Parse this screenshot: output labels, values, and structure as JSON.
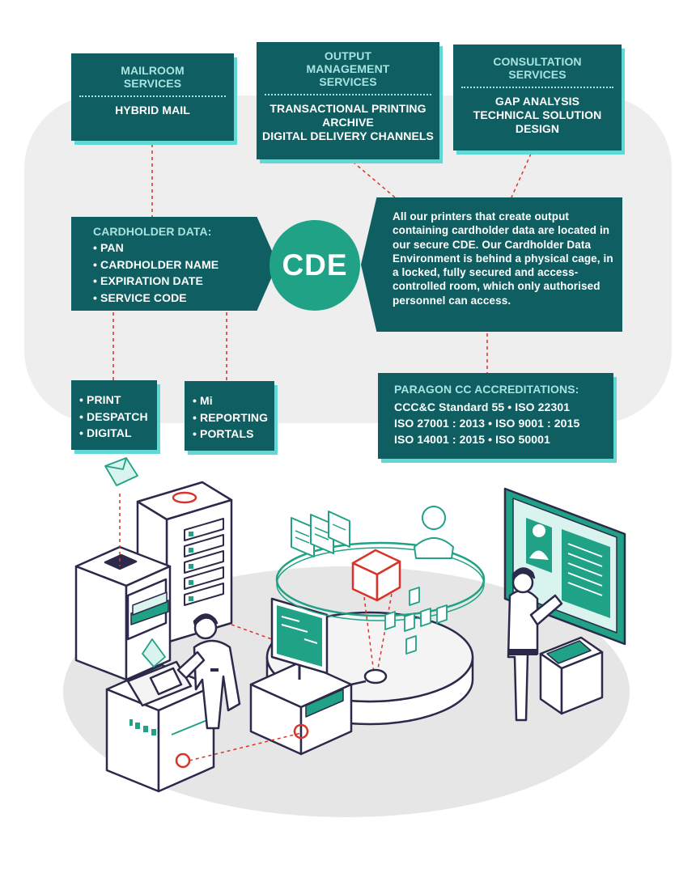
{
  "mailroom": {
    "title": "MAILROOM SERVICES",
    "items": [
      "HYBRID MAIL"
    ]
  },
  "output": {
    "title_lines": [
      "OUTPUT",
      "MANAGEMENT",
      "SERVICES"
    ],
    "items": [
      "TRANSACTIONAL PRINTING",
      "ARCHIVE",
      "DIGITAL DELIVERY CHANNELS"
    ]
  },
  "consultation": {
    "title": "CONSULTATION SERVICES",
    "items": [
      "GAP ANALYSIS",
      "TECHNICAL SOLUTION",
      "DESIGN"
    ]
  },
  "cardholder": {
    "title": "CARDHOLDER DATA:",
    "items": [
      "PAN",
      "CARDHOLDER NAME",
      "EXPIRATION DATE",
      "SERVICE CODE"
    ]
  },
  "cde": {
    "label": "CDE",
    "description": "All our printers that create output containing cardholder data are located in our secure CDE. Our Cardholder Data Environment is behind a physical cage, in a locked, fully secured and access-controlled room, which only authorised personnel can access."
  },
  "print_list": [
    "PRINT",
    "DESPATCH",
    "DIGITAL"
  ],
  "reporting_list": [
    "Mi",
    "REPORTING",
    "PORTALS"
  ],
  "accreditations": {
    "title": "PARAGON CC ACCREDITATIONS:",
    "lines": [
      "CCC&C Standard 55  •  ISO 22301",
      "ISO 27001 : 2013  •  ISO 9001 : 2015",
      "ISO 14001 : 2015  •  ISO 50001"
    ]
  },
  "colors": {
    "box": "#0f5e61",
    "box_shadow": "#5fd8d6",
    "title_text": "#a7e3e2",
    "cde_circle": "#1fa285",
    "connector": "#d9342b",
    "illustration_line": "#2c2a4a",
    "illustration_green": "#1fa285"
  }
}
